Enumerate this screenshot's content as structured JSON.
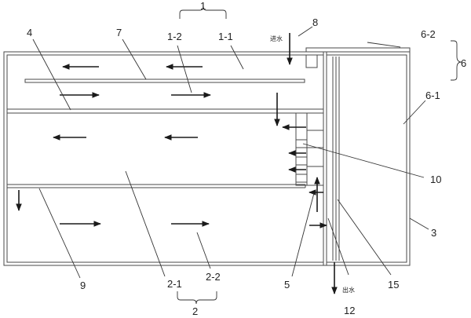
{
  "labels": {
    "l1": "1",
    "l1_2": "1-2",
    "l1_1": "1-1",
    "l4": "4",
    "l7": "7",
    "l8": "8",
    "l6_2": "6-2",
    "l6": "6",
    "l6_1": "6-1",
    "l10": "10",
    "l3": "3",
    "l9": "9",
    "l2_1": "2-1",
    "l2_2": "2-2",
    "l2": "2",
    "l5": "5",
    "l12": "12",
    "l15": "15"
  },
  "text": {
    "water_in": "进水",
    "water_out": "出水"
  },
  "colors": {
    "line": "#4a4a4a",
    "arrow": "#1a1a1a"
  }
}
